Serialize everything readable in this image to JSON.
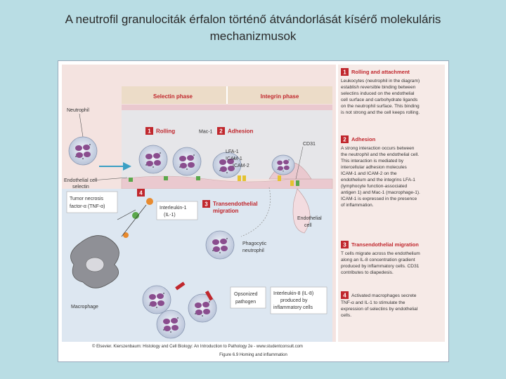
{
  "slide": {
    "title_line1": "A neutrofil granulociták érfalon történő átvándorlását kísérő molekuláris",
    "title_line2": "mechanizmusok",
    "caption": "Figure 6.9 Homing and inflammation"
  },
  "diagram": {
    "phase_labels": {
      "selectin": "Selectin phase",
      "integrin": "Integrin phase"
    },
    "labels": {
      "neutrophil": "Neutrophil",
      "endothelial_selectin_1": "Endothelial cell",
      "endothelial_selectin_2": "selectin",
      "rolling": "Rolling",
      "adhesion": "Adhesion",
      "mac1": "Mac-1",
      "cd31": "CD31",
      "lfa1": "LFA-1",
      "icam1": "ICAM-1",
      "icam2": "ICAM-2",
      "tnf_1": "Tumor necrosis",
      "tnf_2": "factor-α (TNF-α)",
      "il1_1": "Interleukin-1",
      "il1_2": "(IL-1)",
      "transendothelial_1": "Transendothelial",
      "transendothelial_2": "migration",
      "endothelial_cell_1": "Endothelial",
      "endothelial_cell_2": "cell",
      "phagocytic_1": "Phagocytic",
      "phagocytic_2": "neutrophil",
      "macrophage": "Macrophage",
      "opsonized_1": "Opsonized",
      "opsonized_2": "pathogen",
      "il8_1": "Interleukin-8 (IL-8)",
      "il8_2": "produced by",
      "il8_3": "inflammatory cells"
    },
    "badges": [
      "1",
      "2",
      "3",
      "4"
    ],
    "side_panel": {
      "s1_title": "Rolling and attachment",
      "s1_lines": [
        "Leukocytes (neutrophil in the diagram)",
        "establish reversible binding between",
        "selectins induced on the endothelial",
        "cell surface and carbohydrate ligands",
        "on the neutrophil surface. This binding",
        "is not strong and the cell keeps rolling."
      ],
      "s2_title": "Adhesion",
      "s2_lines": [
        "A strong interaction occurs between",
        "the neutrophil and the endothelial cell.",
        "This interaction is mediated by",
        "intercellular adhesion molecules",
        "ICAM-1 and ICAM-2 on the",
        "endothelium and the integrins LFA-1",
        "(lymphocyte function-associated",
        "antigen 1) and Mac-1 (macrophage-1).",
        "ICAM-1 is expressed in the presence",
        "of inflammation."
      ],
      "s3_title": "Transendothelial migration",
      "s3_lines": [
        "T cells migrate across the endothelium",
        "along an IL-8 concentration gradient",
        "produced by inflammatory cells. CD31",
        "contributes to diapedesis."
      ],
      "s4_lines": [
        "Activated macrophages secrete",
        "TNF-α and IL-1 to stimulate the",
        "expression of selectins by endothelial",
        "cells."
      ]
    },
    "credit": "© Elsevier. Kierszenbaum: Histology and Cell Biology: An Introduction to Pathology 2e - www.studentconsult.com"
  },
  "colors": {
    "background": "#b9dde4",
    "badge_red": "#c0272d",
    "panel_pink": "#f4e3e0",
    "header_tan": "#ecdcc8",
    "lumen_gray": "#e6e6e9",
    "endothelium_pink": "#eac9cf",
    "tissue_blue": "#dde7f1",
    "neutrophil_nucleus": "#8a4d8e"
  }
}
